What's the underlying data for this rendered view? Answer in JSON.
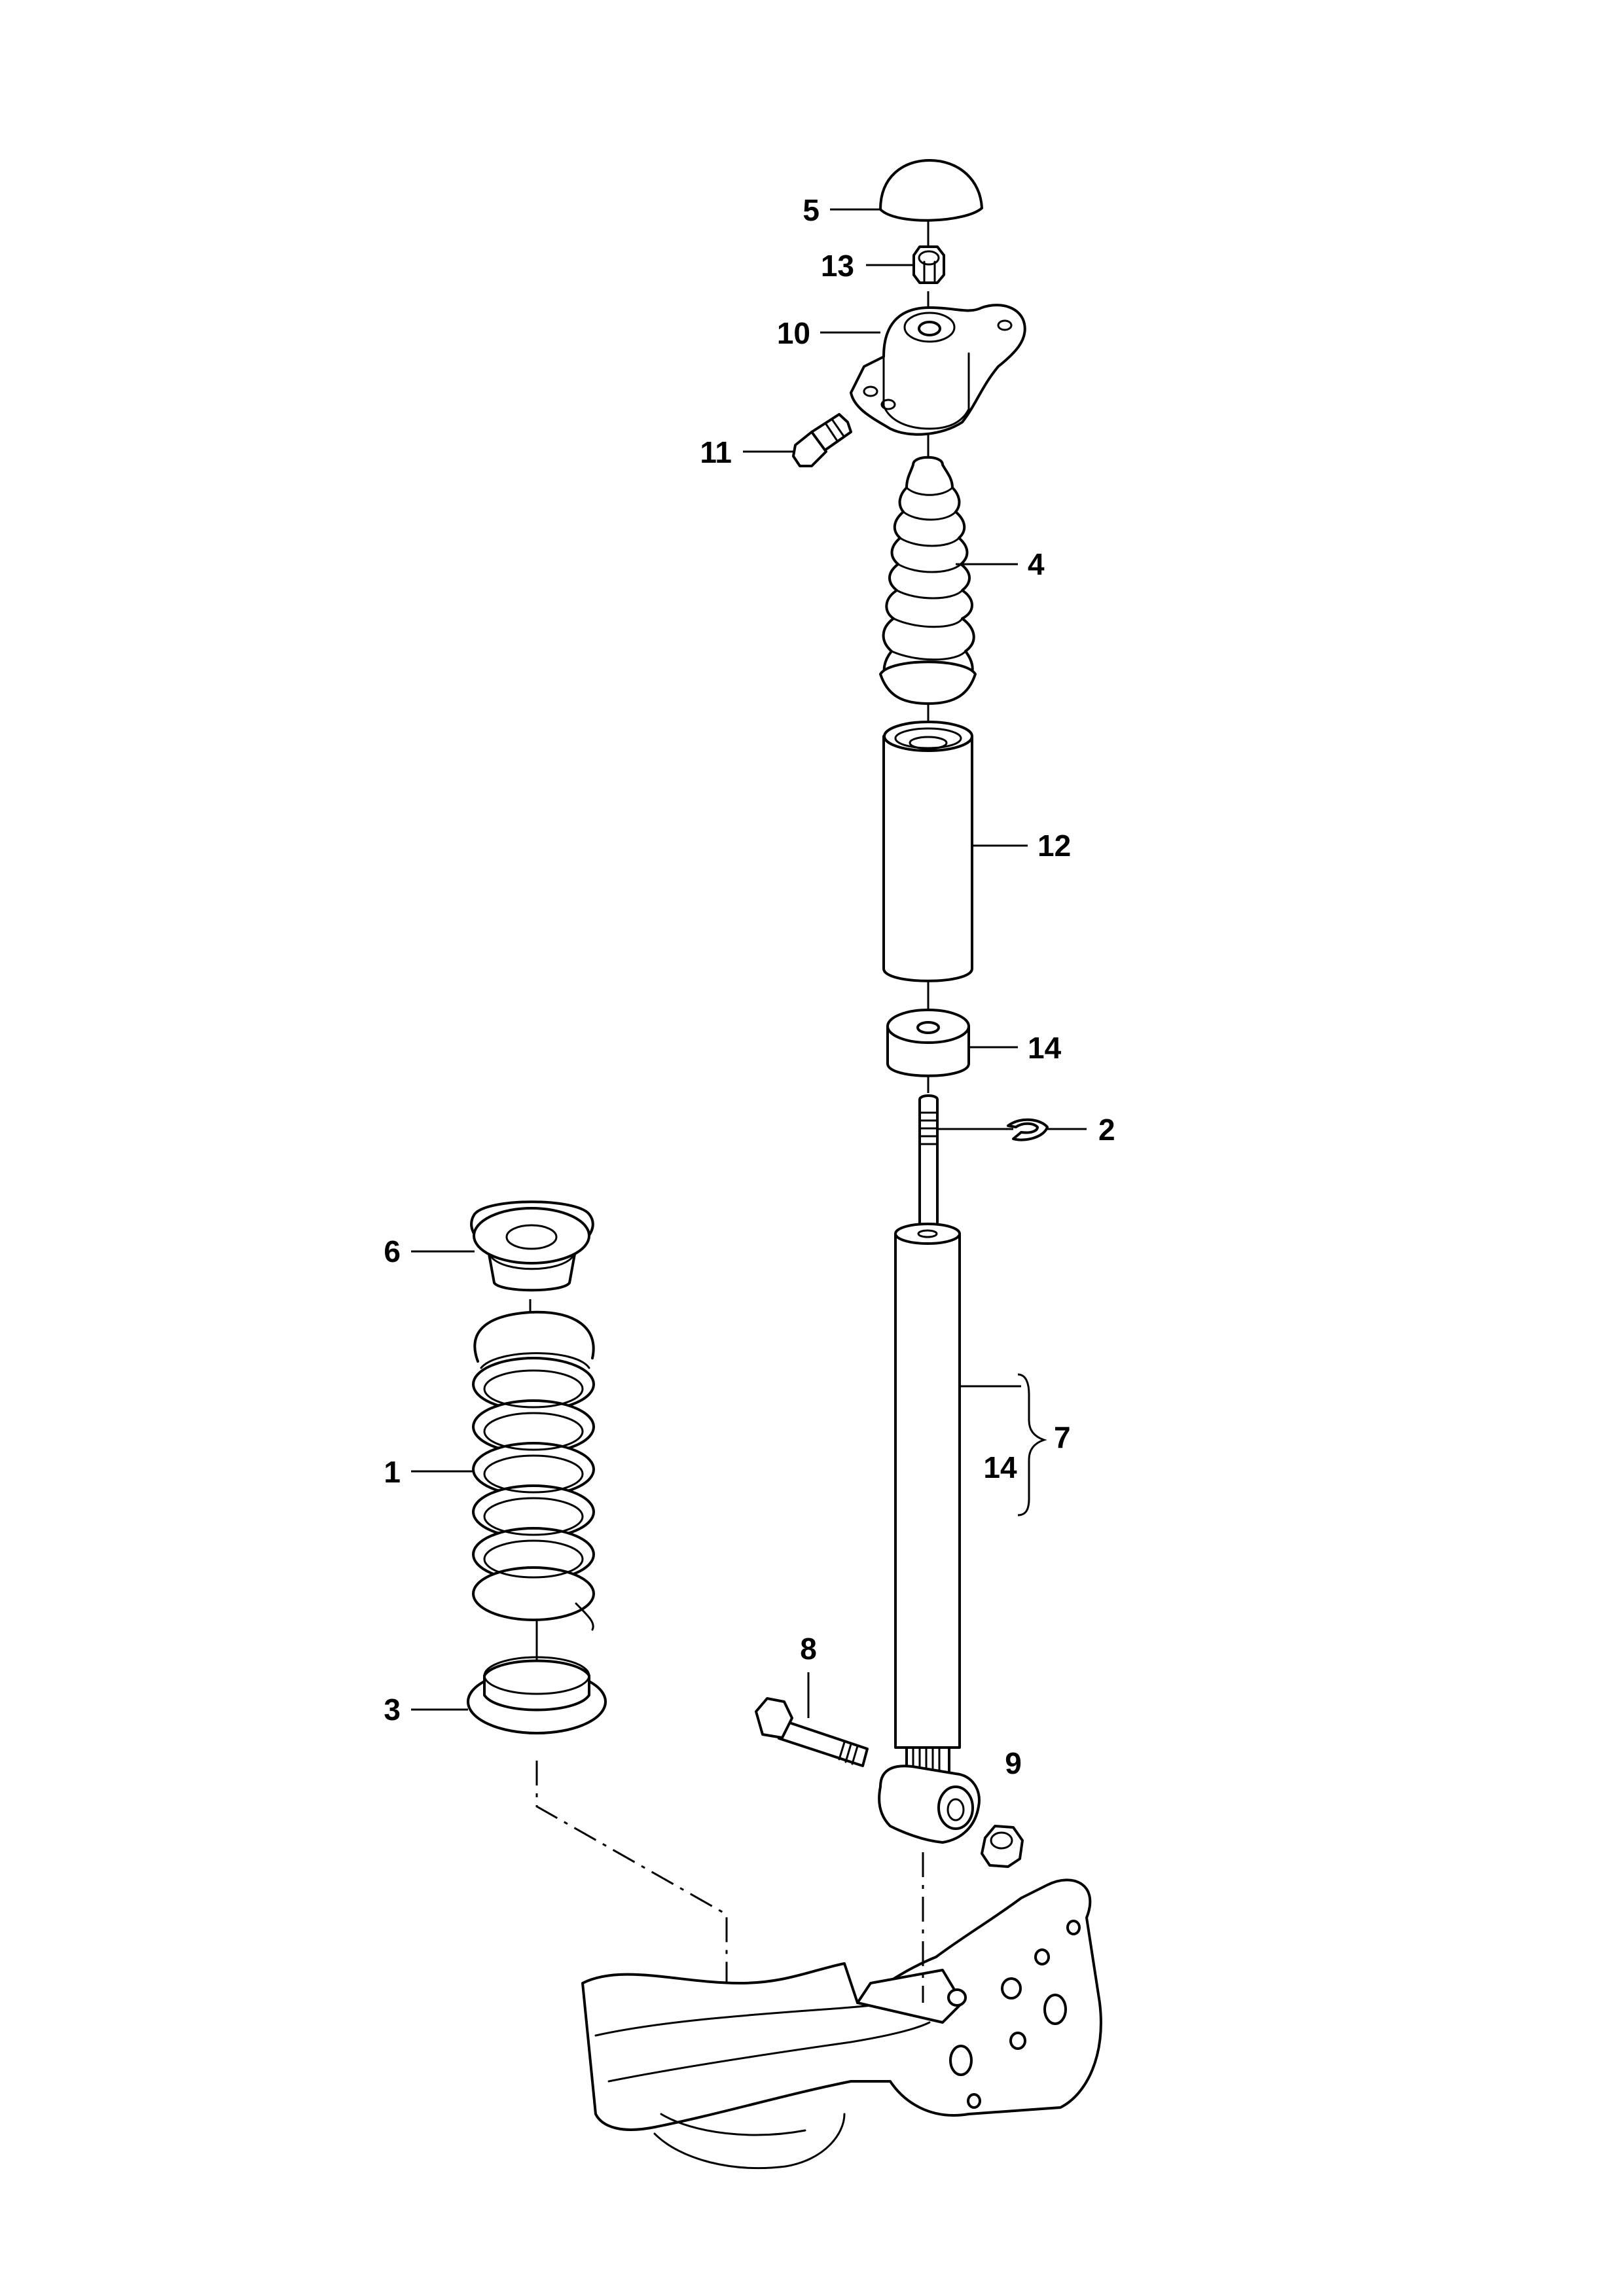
{
  "callouts": {
    "c1": "1",
    "c2": "2",
    "c3": "3",
    "c4": "4",
    "c5": "5",
    "c6": "6",
    "c7": "7",
    "c8": "8",
    "c9": "9",
    "c10": "10",
    "c11": "11",
    "c12": "12",
    "c13": "13",
    "c14_bump_stop": "14",
    "c14_shock": "14"
  }
}
